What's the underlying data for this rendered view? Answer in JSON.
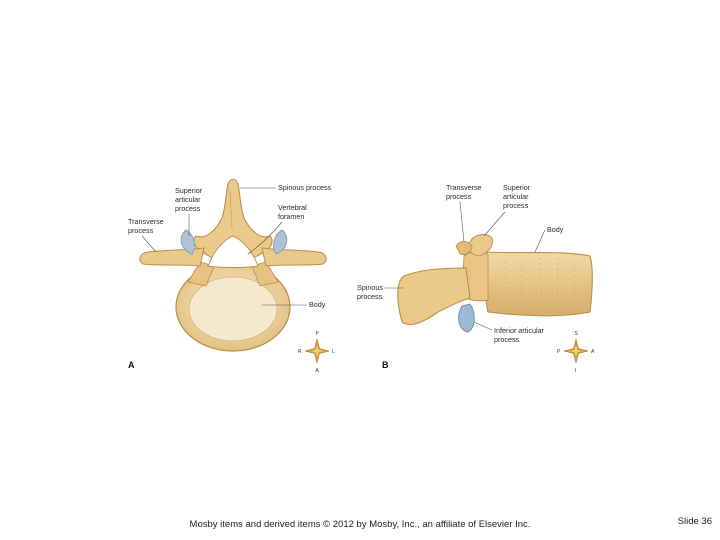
{
  "figure": {
    "panel_a": {
      "letter": "A",
      "labels": {
        "superior_articular_process": [
          "Superior",
          "articular",
          "process"
        ],
        "spinous_process": [
          "Spinous process"
        ],
        "vertebral_foramen": [
          "Vertebral",
          "foramen"
        ],
        "transverse_process": [
          "Transverse",
          "process"
        ],
        "body": [
          "Body"
        ]
      },
      "compass": {
        "top": "P",
        "bottom": "A",
        "left": "R",
        "right": "L"
      }
    },
    "panel_b": {
      "letter": "B",
      "labels": {
        "transverse_process": [
          "Transverse",
          "process"
        ],
        "superior_articular_process": [
          "Superior",
          "articular",
          "process"
        ],
        "body": [
          "Body"
        ],
        "spinous_process": [
          "Spinous",
          "process"
        ],
        "inferior_articular_process": [
          "Inferior articular",
          "process"
        ]
      },
      "compass": {
        "top": "S",
        "bottom": "I",
        "left": "P",
        "right": "A"
      }
    },
    "colors": {
      "bone": "#EBC98A",
      "bone_outline": "#B98E4A",
      "cancellous": "#F3E6C4",
      "cartilage": "#9FB8D3",
      "compass_star": "#D9A13A"
    }
  },
  "footer": {
    "credit": "Mosby items and derived items © 2012 by Mosby, Inc., an affiliate of Elsevier Inc.",
    "slide_number": "Slide 36"
  }
}
